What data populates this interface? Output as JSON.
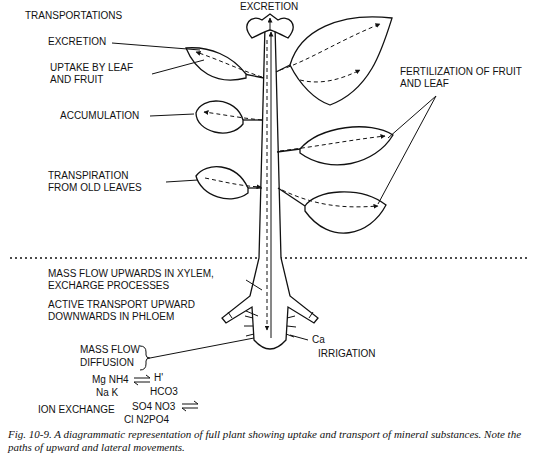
{
  "diagram": {
    "caption": "Fig. 10-9. A diagrammatic representation of full plant showing uptake and transport of mineral substances. Note the paths of upward and lateral movements.",
    "labels": [
      "TRANSPORTATIONS",
      "EXCRETION",
      "EXCRETION",
      "UPTAKE BY LEAF AND FRUIT",
      "FERTILIZATION OF FRUIT AND LEAF",
      "ACCUMULATION",
      "TRANSPIRATION FROM OLD LEAVES",
      "MASS FLOW UPWARDS IN XYLEM, EXCHARGE PROCESSES",
      "ACTIVE TRANSPORT UPWARD DOWNWARDS IN PHLOEM",
      "Ca",
      "IRRIGATION",
      "MASS FLOW",
      "DIFFUSION",
      "Mg NH4",
      "H'",
      "Na K",
      "HCO3",
      "SO4 NO3",
      "Cl N2PO4",
      "ION EXCHANGE"
    ]
  }
}
